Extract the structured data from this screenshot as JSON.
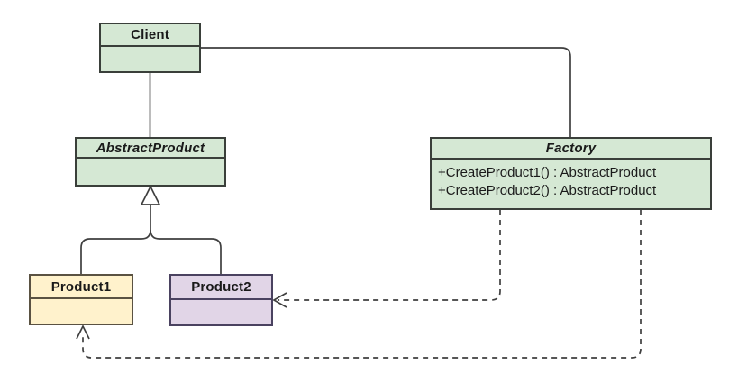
{
  "canvas": {
    "background": "#ffffff"
  },
  "classes": {
    "client": {
      "name": "Client",
      "fill": "#d5e8d4",
      "border": "#3a3f3a"
    },
    "abstract_product": {
      "name": "AbstractProduct",
      "fill": "#d5e8d4",
      "border": "#3a3f3a",
      "stereotype": "abstract (italic title)"
    },
    "factory": {
      "name": "Factory",
      "fill": "#d5e8d4",
      "border": "#3a3f3a",
      "stereotype": "abstract (italic title)",
      "methods": [
        "+CreateProduct1() : AbstractProduct",
        "+CreateProduct2() : AbstractProduct"
      ]
    },
    "product1": {
      "name": "Product1",
      "fill": "#fff2cc",
      "border": "#5a5242"
    },
    "product2": {
      "name": "Product2",
      "fill": "#e1d5e7",
      "border": "#4a4260"
    }
  },
  "relationships": [
    {
      "type": "association",
      "from": "Client",
      "to": "AbstractProduct",
      "line": "solid",
      "arrow": "none"
    },
    {
      "type": "association",
      "from": "Client",
      "to": "Factory",
      "line": "solid",
      "arrow": "none"
    },
    {
      "type": "generalization",
      "from": "Product1",
      "to": "AbstractProduct",
      "line": "solid",
      "arrow": "hollow-triangle"
    },
    {
      "type": "generalization",
      "from": "Product2",
      "to": "AbstractProduct",
      "line": "solid",
      "arrow": "hollow-triangle"
    },
    {
      "type": "dependency",
      "from": "Factory",
      "to": "Product2",
      "line": "dashed",
      "arrow": "open"
    },
    {
      "type": "dependency",
      "from": "Factory",
      "to": "Product1",
      "line": "dashed",
      "arrow": "open"
    }
  ]
}
